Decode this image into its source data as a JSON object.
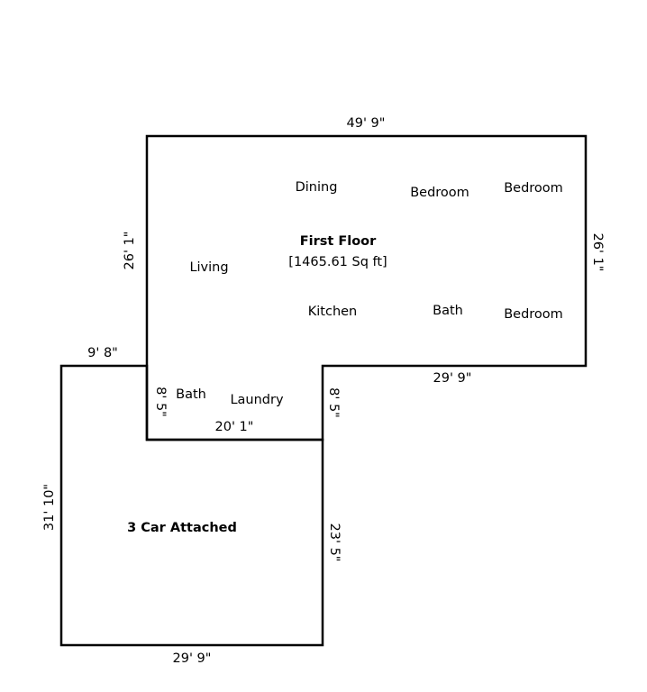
{
  "floor": {
    "title": "First Floor",
    "area": "[1465.61 Sq ft]",
    "rooms": {
      "dining": "Dining",
      "bedroom_1": "Bedroom",
      "bedroom_2": "Bedroom",
      "bedroom_3": "Bedroom",
      "living": "Living",
      "kitchen": "Kitchen",
      "bath_main": "Bath",
      "bath_lower": "Bath",
      "laundry": "Laundry"
    }
  },
  "garage": {
    "title": "3 Car Attached"
  },
  "dimensions": {
    "top": "49' 9\"",
    "left_upper": "26' 1\"",
    "right_upper": "26' 1\"",
    "step_left": "9' 8\"",
    "right_mid": "29' 9\"",
    "bath_left": "8' 5\"",
    "laundry_bottom": "20' 1\"",
    "laundry_right": "8' 5\"",
    "garage_left": "31' 10\"",
    "garage_right": "23' 5\"",
    "garage_bottom": "29' 9\""
  },
  "colors": {
    "wall": "#000000",
    "background": "#ffffff"
  }
}
